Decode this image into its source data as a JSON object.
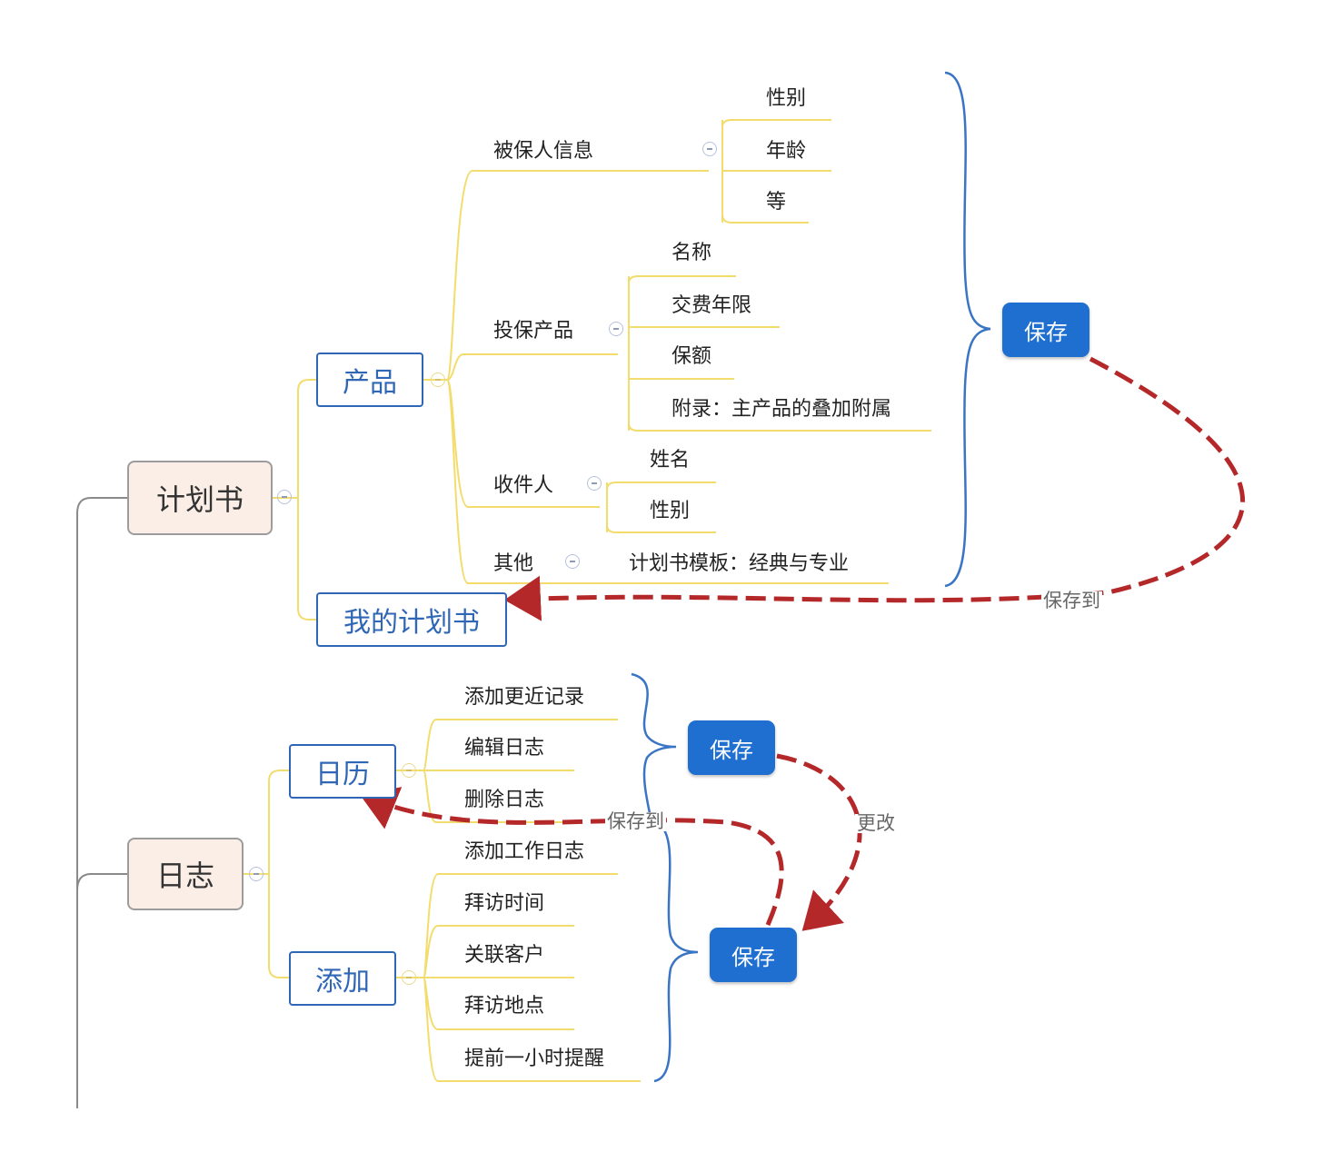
{
  "nodes": {
    "plan": "计划书",
    "product": "产品",
    "my_plans": "我的计划书",
    "log": "日志",
    "calendar": "日历",
    "add": "添加"
  },
  "product_branches": {
    "insured": {
      "label": "被保人信息",
      "children": [
        "性别",
        "年龄",
        "等"
      ]
    },
    "insurance_product": {
      "label": "投保产品",
      "children": [
        "名称",
        "交费年限",
        "保额",
        "附录：主产品的叠加附属"
      ]
    },
    "recipient": {
      "label": "收件人",
      "children": [
        "姓名",
        "性别"
      ]
    },
    "other": {
      "label": "其他",
      "children": [
        "计划书模板：经典与专业"
      ]
    }
  },
  "calendar_items": [
    "添加更近记录",
    "编辑日志",
    "删除日志"
  ],
  "add_items": [
    "添加工作日志",
    "拜访时间",
    "关联客户",
    "拜访地点",
    "提前一小时提醒"
  ],
  "save_buttons": {
    "top": "保存",
    "calendar": "保存",
    "add": "保存"
  },
  "edge_labels": {
    "save_to_plans": "保存到",
    "save_to_calendar": "保存到",
    "change": "更改"
  },
  "colors": {
    "branch_line": "#f3dc6e",
    "root_line": "#8a8a8a",
    "brace": "#3a74c4",
    "arrow": "#b5282a",
    "save_fill": "#1f6fd1",
    "node_border": "#2f67b6",
    "root_fill": "#fbeee6"
  }
}
